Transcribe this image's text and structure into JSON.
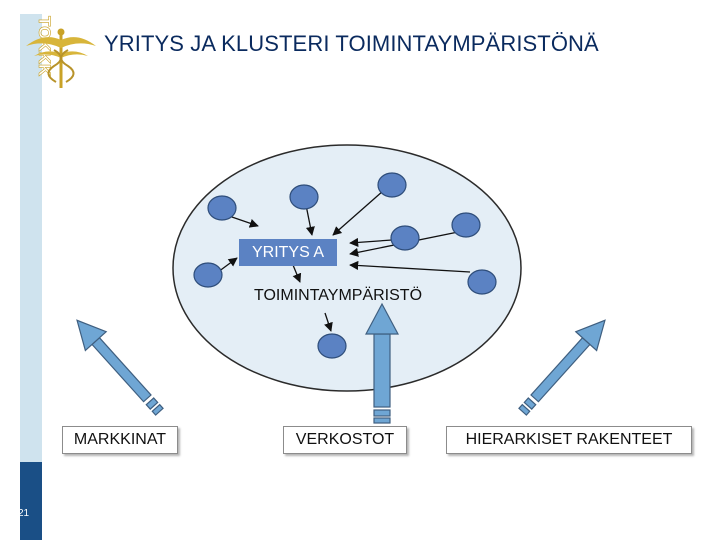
{
  "title": "YRITYS JA KLUSTERI TOIMINTAYMPÄRISTÖNÄ",
  "logo_text": "TOKKK",
  "page_number": "21",
  "center_node": "YRITYS A",
  "environment_label": "TOIMINTAYMPÄRISTÖ",
  "forces": [
    {
      "label": "MARKKINAT"
    },
    {
      "label": "VERKOSTOT"
    },
    {
      "label": "HIERARKISET RAKENTEET"
    }
  ],
  "colors": {
    "title": "#0a2a5e",
    "ellipse_fill": "#e4eef6",
    "node_fill": "#5b82c3",
    "arrow_fill": "#6fa6d4",
    "sidebar_light": "#cfe3ee",
    "sidebar_dark": "#1a4f86"
  }
}
